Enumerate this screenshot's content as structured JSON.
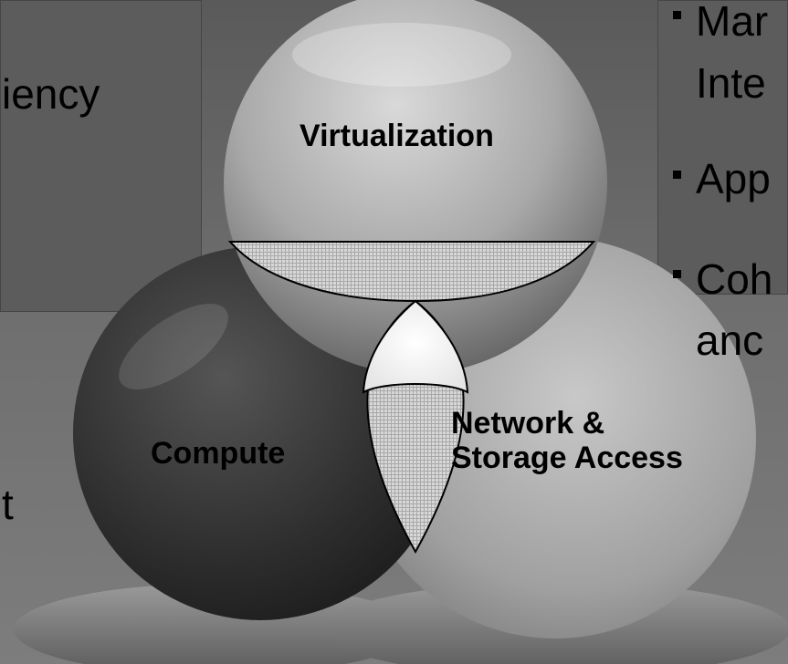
{
  "left_text": {
    "line1": "iency",
    "line2": "t"
  },
  "right_text": {
    "bullet1_line1": "Mar",
    "bullet1_line2": "Inte",
    "bullet2": "App",
    "bullet3_line1": "Coh",
    "bullet3_line2": "anc"
  },
  "diagram": {
    "virtualization": "Virtualization",
    "compute": "Compute",
    "network_line1": "Network &",
    "network_line2": "Storage Access"
  },
  "colors": {
    "background": "#6a6a6a",
    "panel": "#5c5c5c",
    "virtualization_sphere": "#a8a8a8",
    "compute_sphere": "#2e2e2e",
    "network_sphere": "#9a9a9a",
    "overlap_hatch": "#cfcfcf",
    "center_highlight": "#f4f4f4"
  }
}
